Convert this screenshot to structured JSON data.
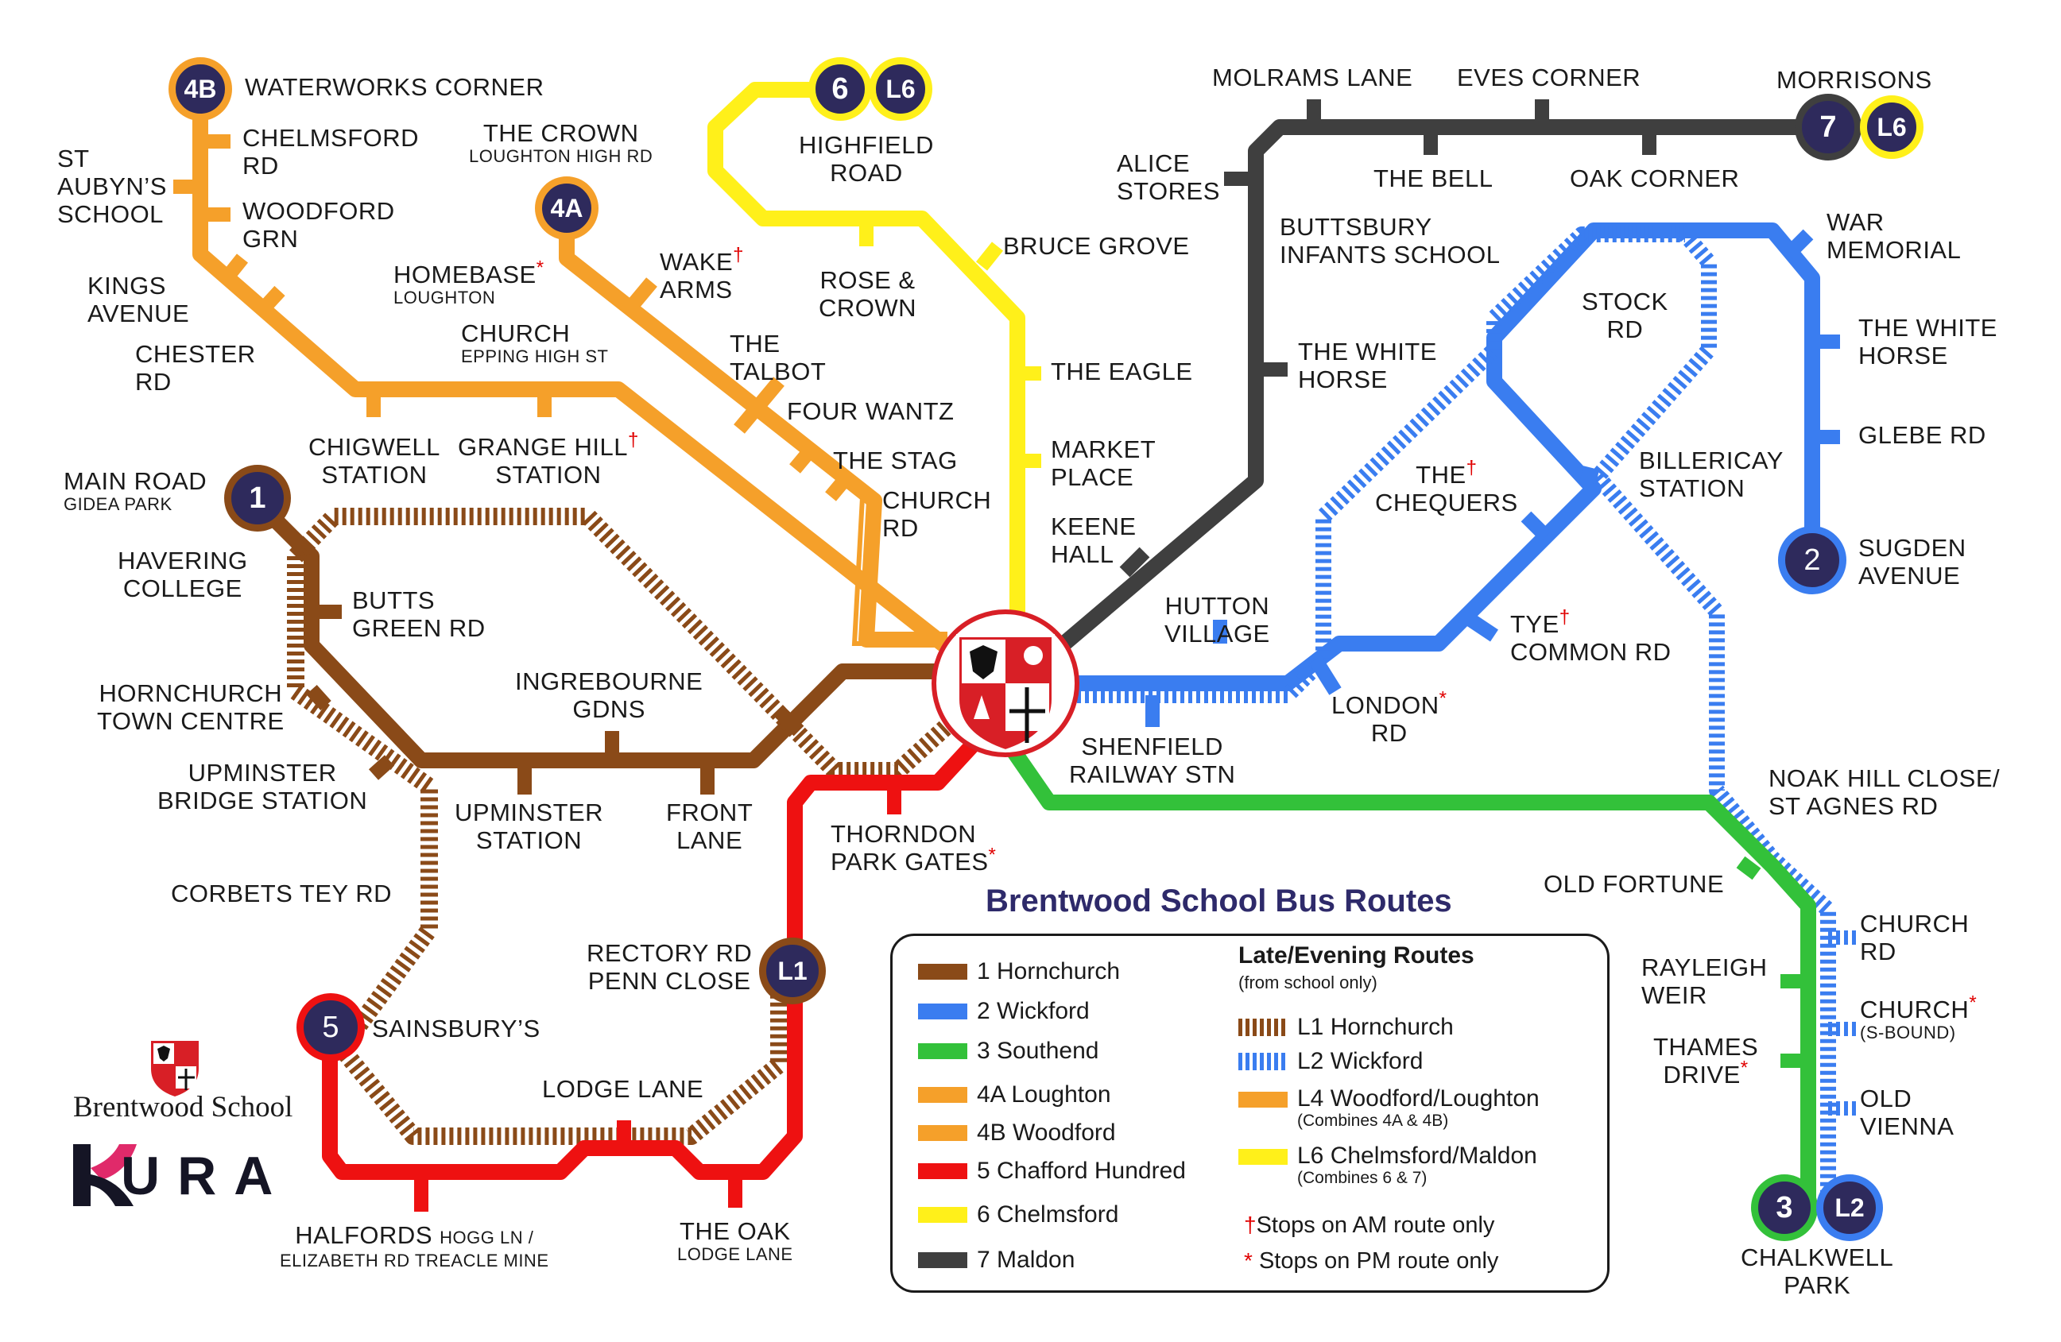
{
  "title": "Brentwood School Bus Routes",
  "routes": [
    {
      "id": "1",
      "name": "Hornchurch",
      "color": "#8a4a18"
    },
    {
      "id": "2",
      "name": "Wickford",
      "color": "#3a7df0"
    },
    {
      "id": "3",
      "name": "Southend",
      "color": "#33c13a"
    },
    {
      "id": "4A",
      "name": "Loughton",
      "color": "#f5a02a"
    },
    {
      "id": "4B",
      "name": "Woodford",
      "color": "#f5a02a"
    },
    {
      "id": "5",
      "name": "Chafford Hundred",
      "color": "#ee1111"
    },
    {
      "id": "6",
      "name": "Chelmsford",
      "color": "#fff01a"
    },
    {
      "id": "7",
      "name": "Maldon",
      "color": "#3f3f3f"
    },
    {
      "id": "L1",
      "name": "Hornchurch",
      "color": "#8a4a18"
    },
    {
      "id": "L2",
      "name": "Wickford",
      "color": "#3a7df0"
    },
    {
      "id": "L4",
      "name": "Woodford/Loughton",
      "color": "#f5a02a"
    },
    {
      "id": "L6",
      "name": "Chelmsford/Maldon",
      "color": "#fff01a"
    }
  ],
  "legend": {
    "items": [
      "1 Hornchurch",
      "2 Wickford",
      "3 Southend",
      "4A Loughton",
      "4B Woodford",
      "5 Chafford Hundred",
      "6 Chelmsford",
      "7 Maldon"
    ],
    "late_heading": "Late/Evening Routes",
    "late_subheading": "(from school only)",
    "late_items": [
      {
        "label": "L1 Hornchurch",
        "note": ""
      },
      {
        "label": "L2 Wickford",
        "note": ""
      },
      {
        "label": "L4 Woodford/Loughton",
        "note": "(Combines 4A & 4B)"
      },
      {
        "label": "L6 Chelmsford/Maldon",
        "note": "(Combines 6 & 7)"
      }
    ],
    "dagger_symbol": "†",
    "dagger_note": "Stops on AM route only",
    "star_symbol": "*",
    "star_note": "Stops on PM route only"
  },
  "badges": {
    "b4B": "4B",
    "b4A": "4A",
    "b6": "6",
    "bL6a": "L6",
    "b7": "7",
    "bL6b": "L6",
    "b1": "1",
    "b2": "2",
    "b5": "5",
    "bL1": "L1",
    "b3": "3",
    "bL2": "L2"
  },
  "stops": {
    "waterworks": "WATERWORKS CORNER",
    "chelmsford_rd": [
      "CHELMSFORD",
      "RD"
    ],
    "st_aubyns": [
      "ST",
      "AUBYN’S",
      "SCHOOL"
    ],
    "woodford_grn": [
      "WOODFORD",
      "GRN"
    ],
    "kings_avenue": [
      "KINGS",
      "AVENUE"
    ],
    "chester_rd": [
      "CHESTER",
      "RD"
    ],
    "chigwell": [
      "CHIGWELL",
      "STATION"
    ],
    "grange_hill": [
      "GRANGE HILL",
      "STATION"
    ],
    "the_crown": "THE CROWN",
    "the_crown_sub": "LOUGHTON HIGH RD",
    "homebase": "HOMEBASE",
    "homebase_sub": "LOUGHTON",
    "church_epping": "CHURCH",
    "church_epping_sub": "EPPING HIGH ST",
    "wake_arms": [
      "WAKE",
      "ARMS"
    ],
    "the_talbot": [
      "THE",
      "TALBOT"
    ],
    "four_wantz": "FOUR WANTZ",
    "the_stag": "THE STAG",
    "church_rd_4": [
      "CHURCH",
      "RD"
    ],
    "highfield": [
      "HIGHFIELD",
      "ROAD"
    ],
    "rose_crown": [
      "ROSE &",
      "CROWN"
    ],
    "bruce_grove": "BRUCE GROVE",
    "the_eagle": "THE EAGLE",
    "market_place": [
      "MARKET",
      "PLACE"
    ],
    "keene_hall": [
      "KEENE",
      "HALL"
    ],
    "molrams": "MOLRAMS LANE",
    "eves_corner": "EVES CORNER",
    "morrisons": "MORRISONS",
    "alice_stores": [
      "ALICE",
      "STORES"
    ],
    "the_bell": "THE BELL",
    "oak_corner": "OAK CORNER",
    "buttsbury": [
      "BUTTSBURY",
      "INFANTS SCHOOL"
    ],
    "white_horse_7": [
      "THE WHITE",
      "HORSE"
    ],
    "stock_rd": [
      "STOCK",
      "RD"
    ],
    "war_memorial": [
      "WAR",
      "MEMORIAL"
    ],
    "white_horse_2": [
      "THE WHITE",
      "HORSE"
    ],
    "glebe_rd": "GLEBE RD",
    "billericay": [
      "BILLERICAY",
      "STATION"
    ],
    "the_chequers": [
      "THE",
      "CHEQUERS"
    ],
    "sugden": [
      "SUGDEN",
      "AVENUE"
    ],
    "hutton_village": [
      "HUTTON",
      "VILLAGE"
    ],
    "tye_common": [
      "TYE",
      "COMMON RD"
    ],
    "london_rd": [
      "LONDON",
      "RD"
    ],
    "shenfield": [
      "SHENFIELD",
      "RAILWAY STN"
    ],
    "noak_hill": [
      "NOAK HILL CLOSE/",
      "ST AGNES RD"
    ],
    "old_fortune": "OLD FORTUNE",
    "church_rd_3": [
      "CHURCH",
      "RD"
    ],
    "rayleigh_weir": [
      "RAYLEIGH",
      "WEIR"
    ],
    "church_sbound": "CHURCH",
    "church_sbound_sub": "(S-BOUND)",
    "thames_drive": [
      "THAMES",
      "DRIVE"
    ],
    "old_vienna": [
      "OLD",
      "VIENNA"
    ],
    "chalkwell": [
      "CHALKWELL",
      "PARK"
    ],
    "main_road": "MAIN ROAD",
    "main_road_sub": "GIDEA PARK",
    "havering": [
      "HAVERING",
      "COLLEGE"
    ],
    "butts_green": [
      "BUTTS",
      "GREEN RD"
    ],
    "hornchurch_tc": [
      "HORNCHURCH",
      "TOWN CENTRE"
    ],
    "ingrebourne": [
      "INGREBOURNE",
      "GDNS"
    ],
    "upminster_bridge": [
      "UPMINSTER",
      "BRIDGE STATION"
    ],
    "upminster_stn": [
      "UPMINSTER",
      "STATION"
    ],
    "front_lane": [
      "FRONT",
      "LANE"
    ],
    "thorndon": [
      "THORNDON",
      "PARK GATES"
    ],
    "corbets_tey": "CORBETS TEY RD",
    "rectory_rd": [
      "RECTORY RD",
      "PENN CLOSE"
    ],
    "sainsburys": "SAINSBURY’S",
    "lodge_lane": "LODGE LANE",
    "halfords": "HALFORDS",
    "halfords_sub1": "HOGG LN /",
    "halfords_sub2": "ELIZABETH RD TREACLE MINE",
    "the_oak": "THE OAK",
    "the_oak_sub": "LODGE LANE"
  },
  "marks": {
    "dagger": "†",
    "star": "*"
  },
  "branding": {
    "school": "Brentwood School",
    "kura": "URA"
  }
}
